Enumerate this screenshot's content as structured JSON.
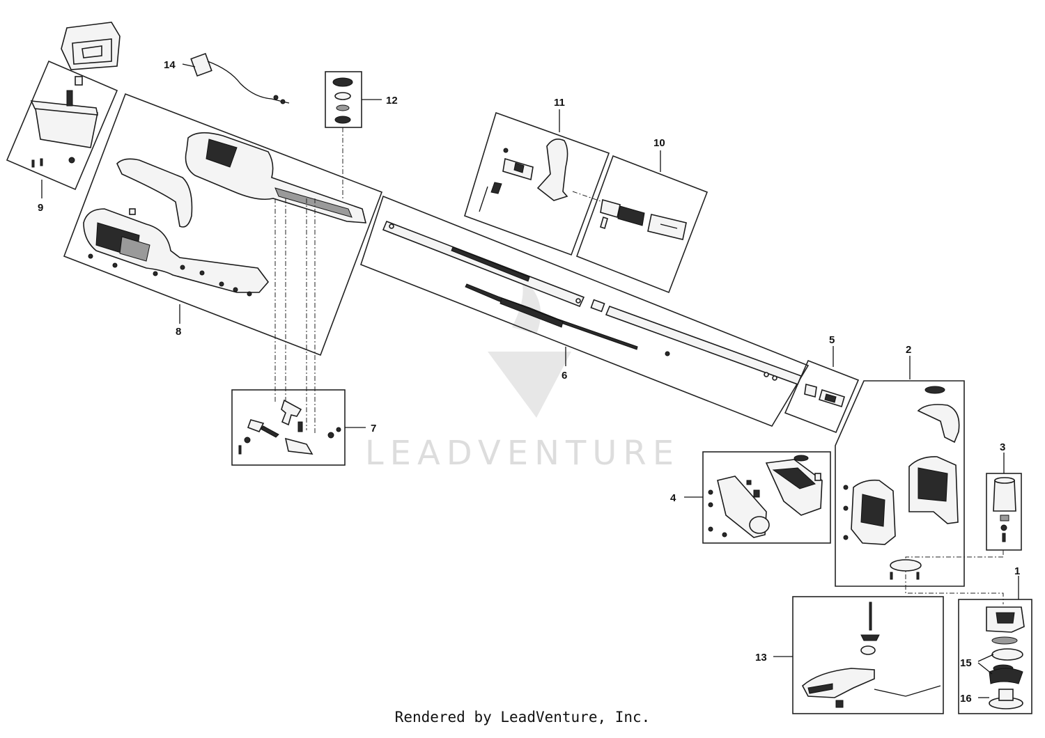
{
  "watermark": {
    "text": "LEADVENTURE"
  },
  "footer": {
    "credit": "Rendered by LeadVenture, Inc."
  },
  "callouts": {
    "c1": "1",
    "c2": "2",
    "c3": "3",
    "c4": "4",
    "c5": "5",
    "c6": "6",
    "c7": "7",
    "c8": "8",
    "c9": "9",
    "c10": "10",
    "c11": "11",
    "c12": "12",
    "c13": "13",
    "c14": "14",
    "c15": "15",
    "c16": "16"
  }
}
